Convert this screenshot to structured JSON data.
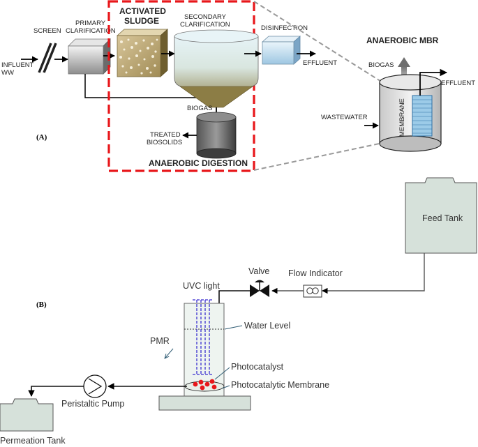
{
  "panel_a": {
    "panel_label": "(A)",
    "screen": "SCREEN",
    "primary_clarification": [
      "PRIMARY",
      "CLARIFICATION"
    ],
    "influent": [
      "INFLUENT",
      "WW"
    ],
    "activated_sludge": [
      "ACTIVATED",
      "SLUDGE"
    ],
    "secondary_clarification": [
      "SECONDARY",
      "CLARIFICATION"
    ],
    "disinfection": "DISINFECTION",
    "effluent": "EFFLUENT",
    "biogas": "BIOGAS",
    "treated_biosolids": [
      "TREATED",
      "BIOSOLIDS"
    ],
    "anaerobic_digestion": "ANAEROBIC DIGESTION",
    "mbr_title": "ANAEROBIC MBR",
    "mbr_biogas": "BIOGAS",
    "mbr_effluent": "EFFLUENT",
    "mbr_wastewater": "WASTEWATER",
    "membrane": "MEMBRANE"
  },
  "panel_b": {
    "panel_label": "(B)",
    "feed_tank": "Feed Tank",
    "flow_indicator": "Flow Indicator",
    "valve": "Valve",
    "uvc_light": "UVC light",
    "water_level": "Water Level",
    "pmr": "PMR",
    "photocatalyst": "Photocatalyst",
    "photocatalytic_membrane": "Photocatalytic Membrane",
    "peristaltic_pump": "Peristaltic Pump",
    "permeation_tank": "Permeation Tank"
  },
  "colors": {
    "dashed_box": "#e8171b",
    "tank_fill": "#d6e1da",
    "uv_lamp": "#3a2fd0",
    "catalyst": "#e8171b"
  }
}
